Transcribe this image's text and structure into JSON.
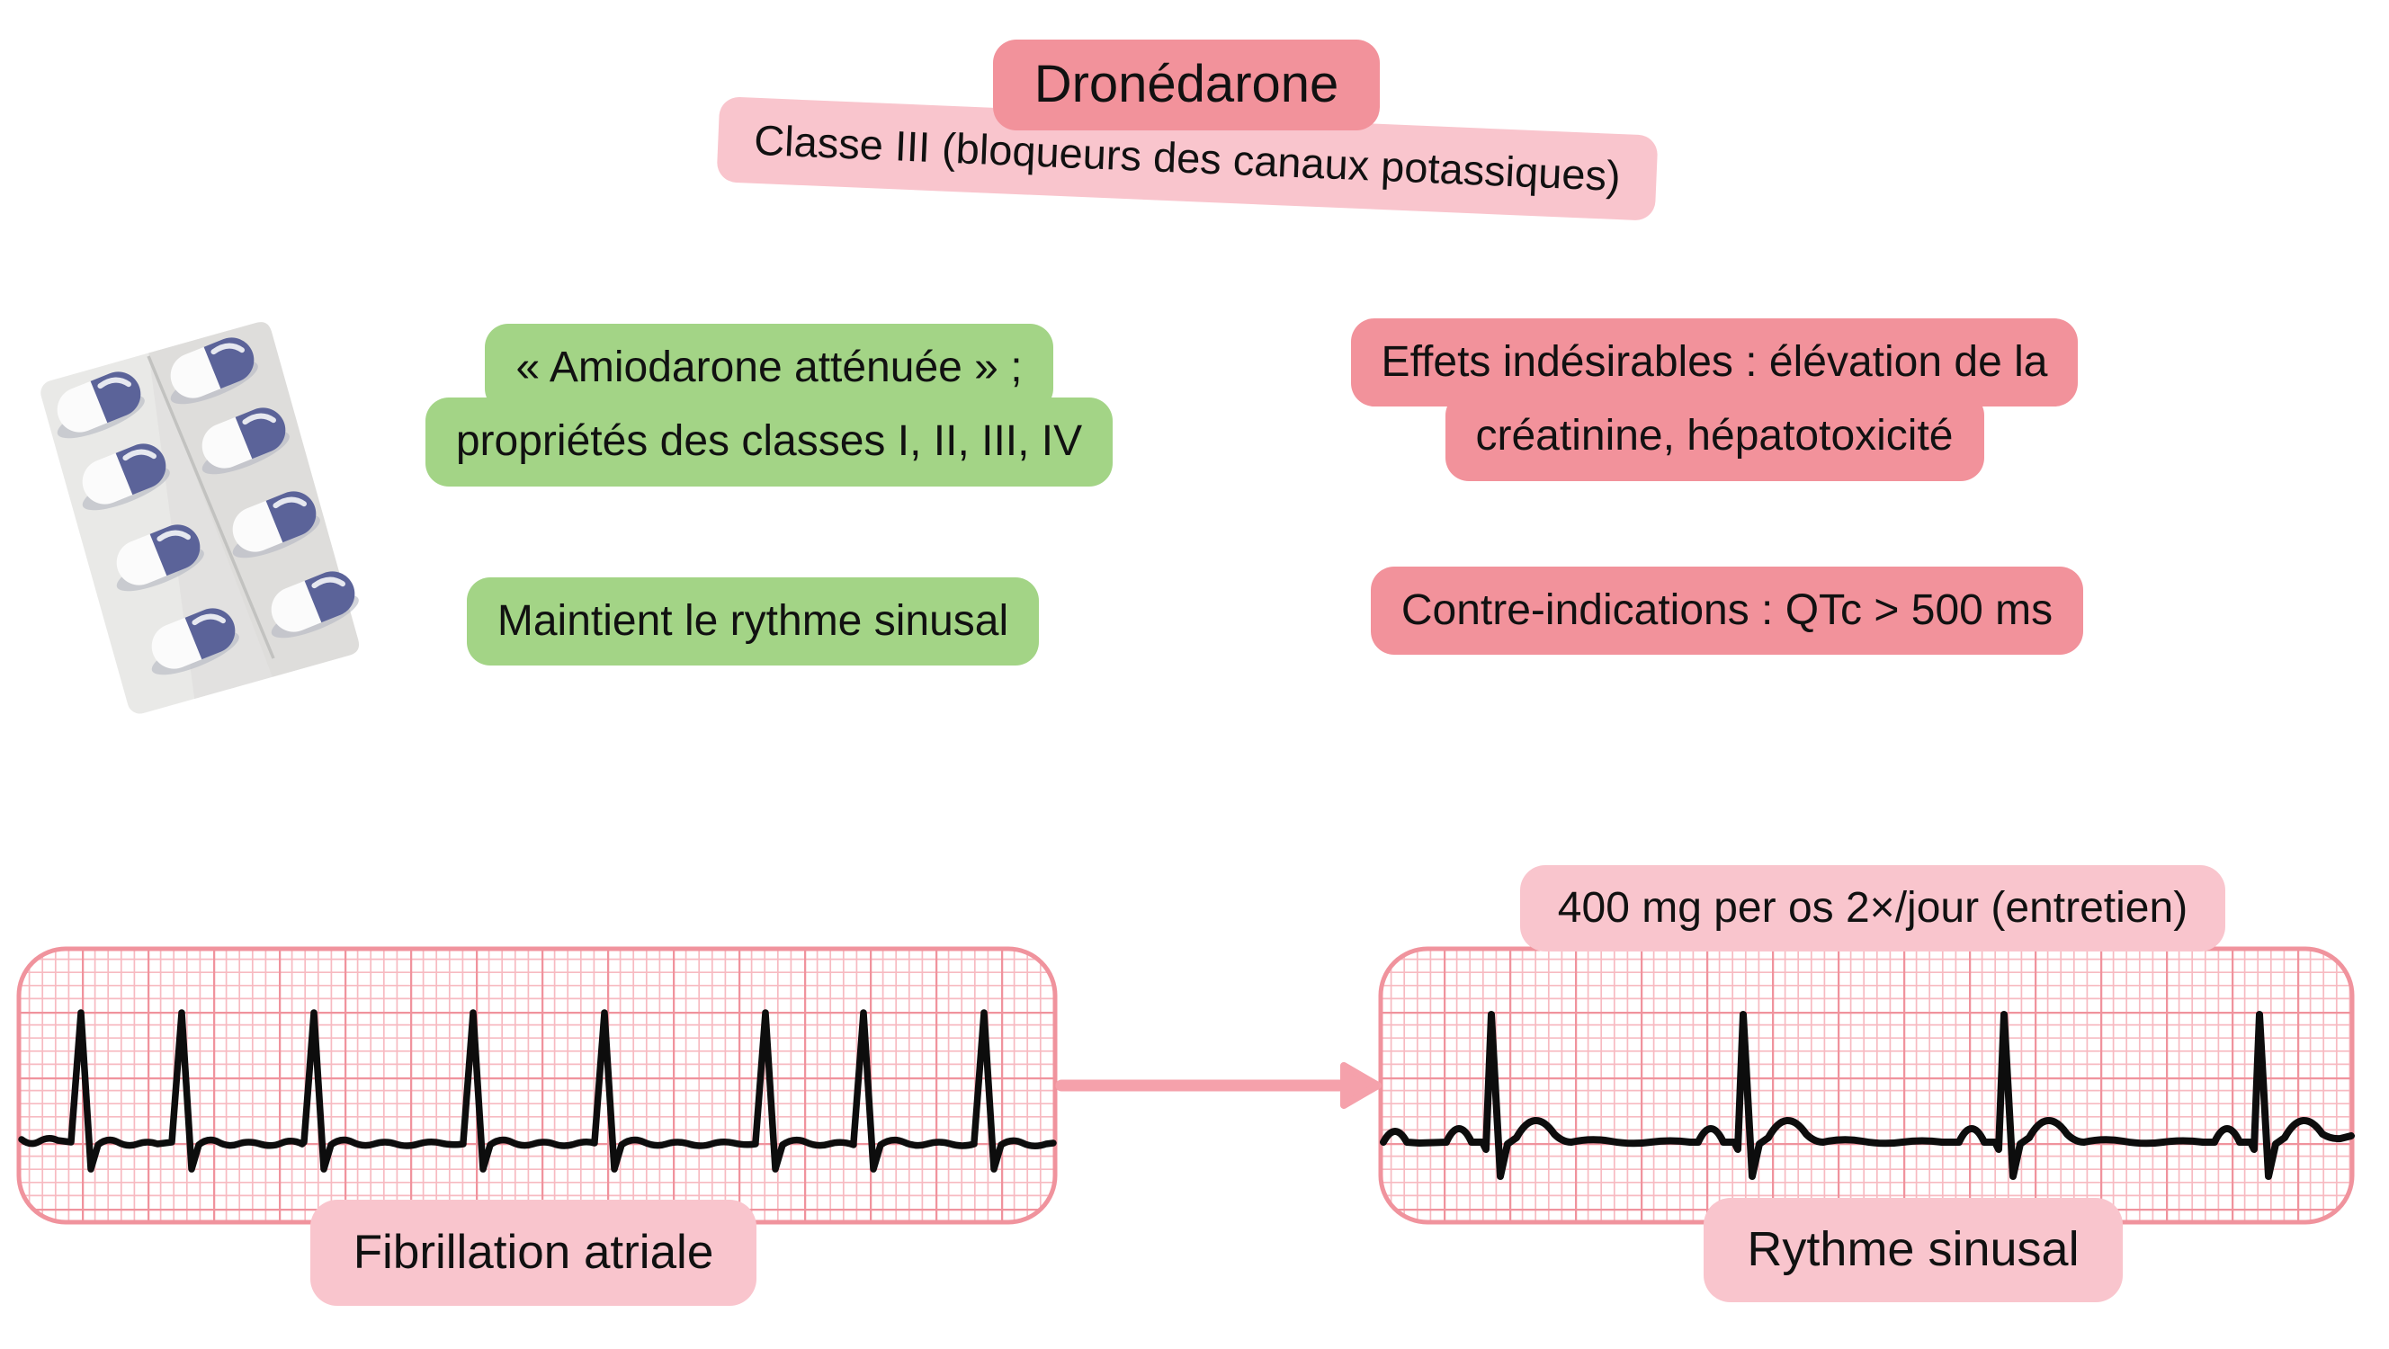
{
  "title": {
    "text": "Dronédarone"
  },
  "subtitle": {
    "text": "Classe III (bloqueurs des canaux potassiques)"
  },
  "notes": {
    "mechanism": {
      "line1": "« Amiodarone atténuée » ;",
      "line2": "propriétés des classes I, II, III, IV"
    },
    "benefit": "Maintient le rythme sinusal",
    "adverse": {
      "line1": "Effets indésirables : élévation de la",
      "line2": "créatinine, hépatotoxicité"
    },
    "contraindication": "Contre-indications : QTc > 500 ms"
  },
  "ecg_before": {
    "label": "Fibrillation atriale"
  },
  "ecg_after": {
    "dose": "400 mg per os 2×/jour (entretien)",
    "label": "Rythme sinusal"
  },
  "illustration": {
    "blister_pack": {
      "capsule_count": 8,
      "capsule_color": "#5b6399",
      "pack_color": "#e9e9e7"
    }
  },
  "icons": {
    "blister_pack": "pill-blister-pack-icon",
    "arrow": "right-arrow-icon"
  },
  "colors": {
    "coral_badge": "#f2929b",
    "pink_badge": "#f9c5cd",
    "green_badge": "#a3d486",
    "ecg_grid_minor": "#f7bac1",
    "ecg_grid_major": "#f0939d",
    "arrow": "#f5a1ab",
    "trace": "#0d0d0d",
    "background": "#ffffff"
  }
}
